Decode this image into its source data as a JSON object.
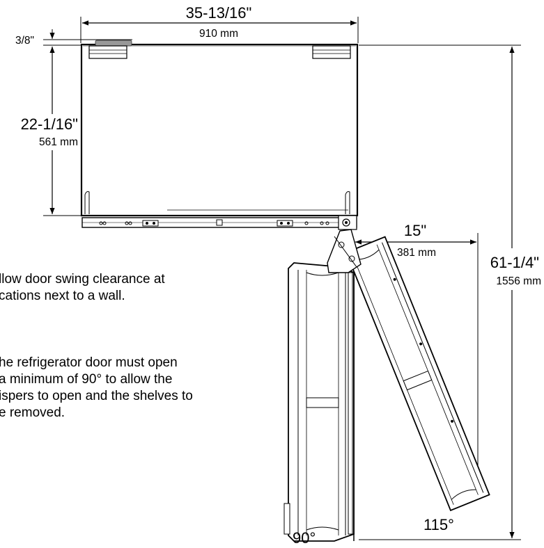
{
  "dimensions": {
    "overall_width_in": "35-13/16\"",
    "overall_width_mm": "910 mm",
    "top_offset_in": "3/8\"",
    "depth_in": "22-1/16\"",
    "depth_mm": "561 mm",
    "side_clearance_in": "15\"",
    "side_clearance_mm": "381 mm",
    "swing_depth_in": "61-1/4\"",
    "swing_depth_mm": "1556 mm"
  },
  "angles": {
    "angle_90": "90°",
    "angle_115": "115°"
  },
  "notes": {
    "note_1_line_1": "llow door swing clearance at",
    "note_1_line_2": "cations next to a wall.",
    "note_2_line_1": "he refrigerator door must open",
    "note_2_line_2": "a minimum of 90° to allow the",
    "note_2_line_3": "ispers to open and the shelves to",
    "note_2_line_4": "e removed."
  }
}
